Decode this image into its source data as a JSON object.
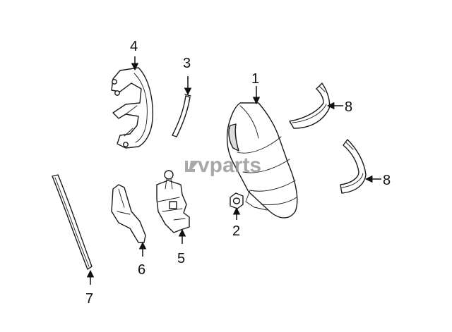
{
  "watermark": {
    "text": "vparts",
    "logo": "ly-logo-icon"
  },
  "callouts": [
    "1",
    "2",
    "3",
    "4",
    "5",
    "6",
    "7",
    "8",
    "8"
  ],
  "colors": {
    "line": "#1a1a1a",
    "shade": "#dcdcdc",
    "watermark": "#9a9a9a",
    "background": "#ffffff"
  }
}
